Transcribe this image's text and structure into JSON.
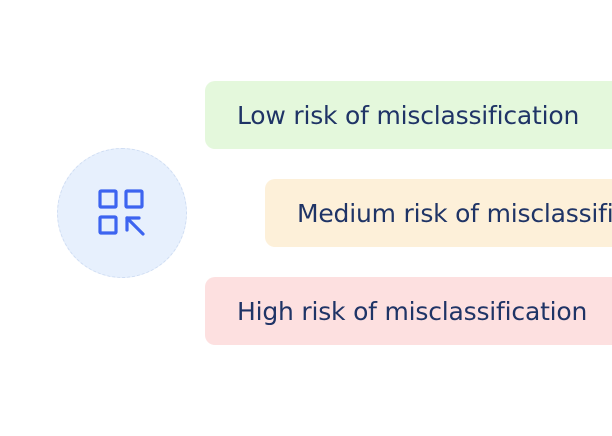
{
  "icon": {
    "name": "scan-qr-arrow-icon",
    "circle_color": "#e7f0fd",
    "stroke_color": "#3d64f0"
  },
  "risk_levels": [
    {
      "label": "Low risk of misclassification",
      "color": "#e4f8dc"
    },
    {
      "label": "Medium risk of misclassification",
      "color": "#fdf0d9"
    },
    {
      "label": "High risk of misclassification",
      "color": "#fde0e0"
    }
  ]
}
